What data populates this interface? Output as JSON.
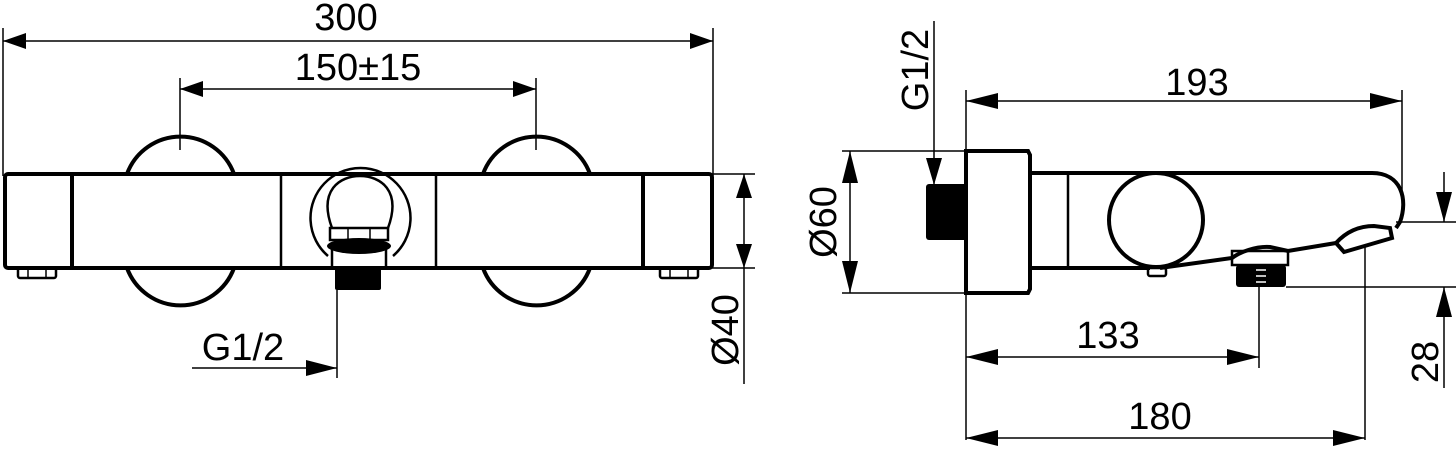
{
  "drawing": {
    "title": "Thermostatic bath mixer dimensional drawing",
    "colors": {
      "line": "#000000",
      "background": "#ffffff"
    },
    "front_view": {
      "dimensions": {
        "overall_width": "300",
        "inlet_spacing": "150±15",
        "outlet_thread": "G1/2",
        "body_diameter": "Ø40"
      }
    },
    "side_view": {
      "dimensions": {
        "inlet_thread": "G1/2",
        "escutcheon_diameter": "Ø60",
        "overall_projection": "193",
        "outlet_projection": "133",
        "spout_projection": "180",
        "outlet_height": "28"
      }
    }
  }
}
